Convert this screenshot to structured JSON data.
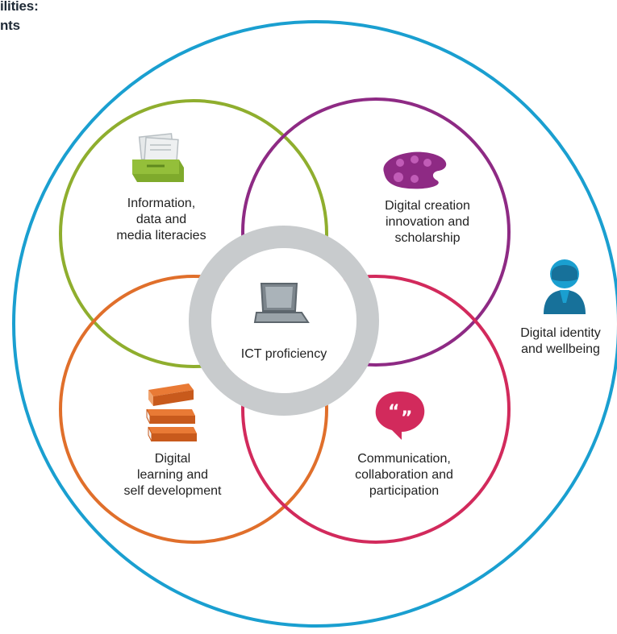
{
  "header": {
    "line1": "ilities:",
    "line2": "nts"
  },
  "center": {
    "label": "ICT proficiency",
    "icon": "laptop-icon"
  },
  "circles": [
    {
      "id": "info",
      "lines": [
        "Information,",
        "data and",
        "media literacies"
      ],
      "color": "#8fae2e",
      "icon": "file-box-icon"
    },
    {
      "id": "creation",
      "lines": [
        "Digital creation",
        "innovation and",
        "scholarship"
      ],
      "color": "#8e2a84",
      "icon": "palette-icon"
    },
    {
      "id": "learning",
      "lines": [
        "Digital",
        "learning and",
        "self development"
      ],
      "color": "#e06f2b",
      "icon": "books-icon"
    },
    {
      "id": "communication",
      "lines": [
        "Communication,",
        "collaboration and",
        "participation"
      ],
      "color": "#d22a5c",
      "icon": "speech-bubble-icon"
    }
  ],
  "outer": {
    "lines": [
      "Digital identity",
      "and wellbeing"
    ],
    "color": "#1a9fd0",
    "icon": "person-icon"
  },
  "ring_color": "#c8cbcd"
}
